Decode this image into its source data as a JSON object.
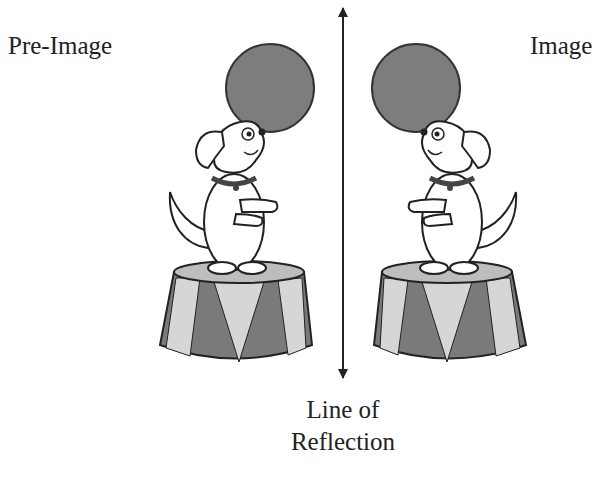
{
  "diagram": {
    "labels": [
      "Pre-Image",
      "Image",
      "Line of Reflection"
    ]
  }
}
